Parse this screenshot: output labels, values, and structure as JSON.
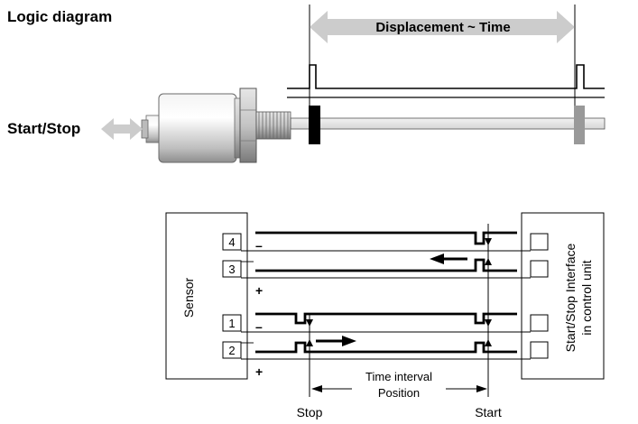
{
  "title": "Logic diagram",
  "top_section": {
    "side_label": "Start/Stop",
    "arrow_label": "Displacement ~ Time"
  },
  "bottom_section": {
    "left_box_label": "Sensor",
    "right_box_label_line1": "Start/Stop Interface",
    "right_box_label_line2": "in control unit",
    "pins": [
      "4",
      "3",
      "1",
      "2"
    ],
    "minus_sign": "–",
    "plus_sign": "+",
    "interval_label_line1": "Time interval",
    "interval_label_line2": "Position",
    "stop_label": "Stop",
    "start_label": "Start"
  },
  "colors": {
    "line": "#000000",
    "gray_arrow": "#cccccc",
    "gray_marker": "#999999",
    "sensor_body": "#d8d8d8",
    "rod": "#e8e8e8"
  }
}
